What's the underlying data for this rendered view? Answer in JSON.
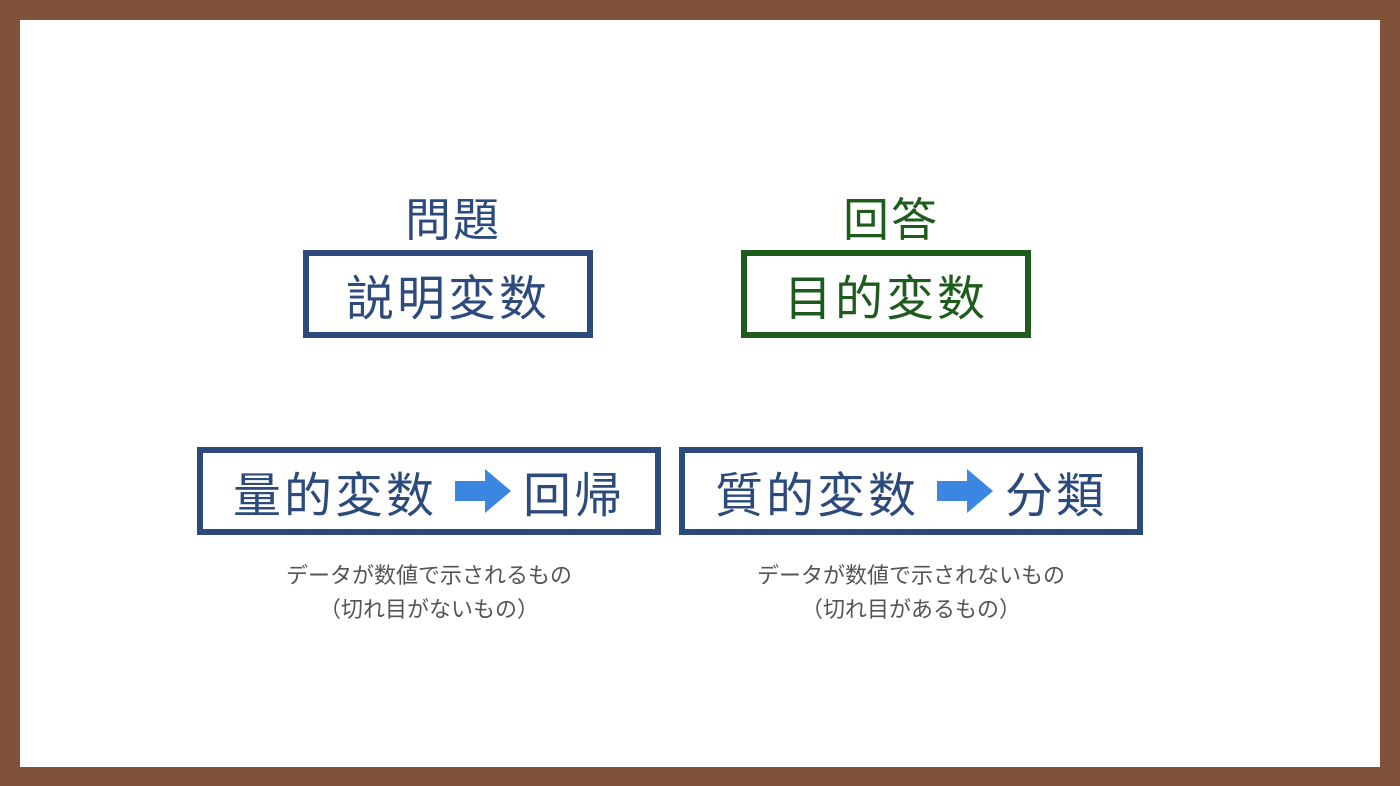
{
  "headings": {
    "problem": "問題",
    "answer": "回答"
  },
  "top_boxes": {
    "explanatory": "説明変数",
    "target": "目的変数"
  },
  "bottom_boxes": {
    "quantitative": {
      "label": "量的変数",
      "result": "回帰"
    },
    "qualitative": {
      "label": "質的変数",
      "result": "分類"
    }
  },
  "descriptions": {
    "quantitative": {
      "line1": "データが数値で示されるもの",
      "line2": "（切れ目がないもの）"
    },
    "qualitative": {
      "line1": "データが数値で示されないもの",
      "line2": "（切れ目があるもの）"
    }
  },
  "colors": {
    "frame": "#7f5239",
    "blue": "#2c4a7c",
    "green": "#1d5c1d",
    "arrow": "#3a86e0"
  },
  "icons": {
    "arrow": "right-arrow-icon"
  }
}
